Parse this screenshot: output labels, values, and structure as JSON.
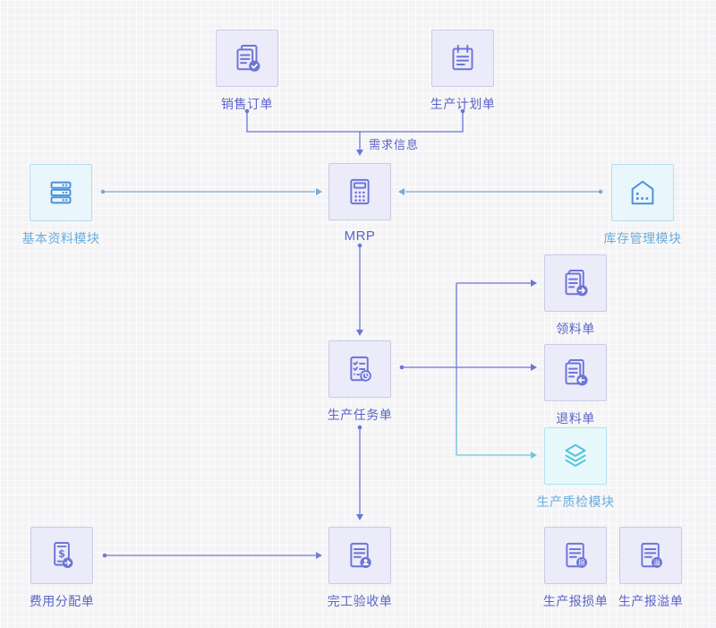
{
  "diagram": {
    "nodes": {
      "sales_order": {
        "label": "销售订单",
        "icon": "document-check-icon"
      },
      "production_plan": {
        "label": "生产计划单",
        "icon": "calendar-icon"
      },
      "basic_data_module": {
        "label": "基本资料模块",
        "icon": "server-stack-icon"
      },
      "mrp": {
        "label": "MRP",
        "icon": "calculator-icon"
      },
      "inventory_module": {
        "label": "库存管理模块",
        "icon": "warehouse-icon"
      },
      "production_task": {
        "label": "生产任务单",
        "icon": "checklist-clock-icon"
      },
      "material_requisition": {
        "label": "领料单",
        "icon": "document-arrow-right-icon"
      },
      "material_return": {
        "label": "退料单",
        "icon": "document-arrow-left-icon"
      },
      "quality_module": {
        "label": "生产质检模块",
        "icon": "layers-icon"
      },
      "cost_allocation": {
        "label": "费用分配单",
        "icon": "dollar-document-icon"
      },
      "completion_acceptance": {
        "label": "完工验收单",
        "icon": "document-person-icon"
      },
      "production_loss": {
        "label": "生产报损单",
        "icon": "document-loss-badge-icon"
      },
      "production_overflow": {
        "label": "生产报溢单",
        "icon": "document-overflow-badge-icon"
      }
    },
    "edge_labels": {
      "demand_info": "需求信息"
    },
    "badges": {
      "loss_char": "损",
      "overflow_char": "溢"
    },
    "colors": {
      "purple_accent": "#6c75d6",
      "blue_accent": "#4a90d9",
      "teal_accent": "#4fc3dc",
      "purple_label": "#5c63ca",
      "blue_label": "#6aaede",
      "connector_blue": "#79abd1",
      "connector_teal": "#67c8de",
      "node_bg_purple": "#ebebfa",
      "node_bg_blue": "#e9f6fc"
    }
  }
}
